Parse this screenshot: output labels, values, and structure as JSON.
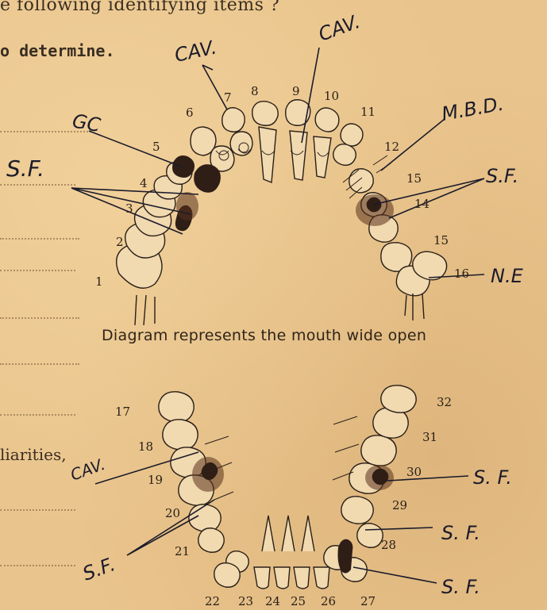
{
  "header": {
    "line1": "e following identifying items ?",
    "line2": "o determine.",
    "line3": "liarities,"
  },
  "diagram": {
    "caption": "Diagram represents the mouth wide open",
    "upper_tooth_numbers": [
      "1",
      "2",
      "3",
      "4",
      "5",
      "6",
      "7",
      "8",
      "9",
      "10",
      "11",
      "12",
      "15",
      "14",
      "15",
      "16"
    ],
    "lower_tooth_numbers": [
      "17",
      "18",
      "19",
      "20",
      "21",
      "22",
      "23",
      "24",
      "25",
      "26",
      "27",
      "28",
      "29",
      "30",
      "31",
      "32"
    ],
    "annotations": [
      {
        "id": "cav-upper-left",
        "text": "CAV."
      },
      {
        "id": "cav-upper-right",
        "text": "CAV."
      },
      {
        "id": "gc",
        "text": "GC"
      },
      {
        "id": "sf-upper-left",
        "text": "S.F."
      },
      {
        "id": "mbd",
        "text": "M.B.D."
      },
      {
        "id": "sf-upper-right",
        "text": "S.F."
      },
      {
        "id": "ne",
        "text": "N.E"
      },
      {
        "id": "cav-lower-left",
        "text": "CAV."
      },
      {
        "id": "sf-lower-left",
        "text": "S.F."
      },
      {
        "id": "sf-30",
        "text": "S. F."
      },
      {
        "id": "sf-28",
        "text": "S. F."
      },
      {
        "id": "sf-27",
        "text": "S. F."
      }
    ]
  }
}
